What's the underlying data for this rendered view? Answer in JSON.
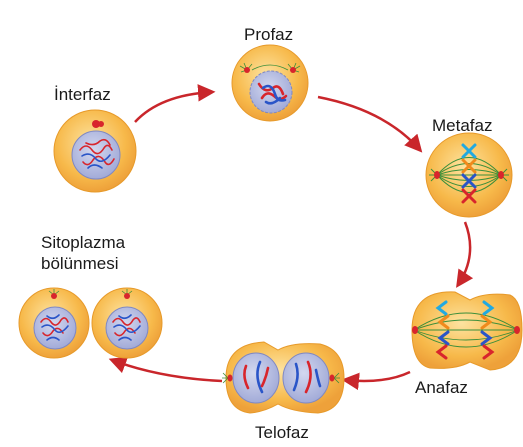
{
  "stages": {
    "interfaz": "İnterfaz",
    "profaz": "Profaz",
    "metafaz": "Metafaz",
    "anafaz": "Anafaz",
    "telofaz": "Telofaz",
    "sitoplazma_line1": "Sitoplazma",
    "sitoplazma_line2": "bölünmesi"
  },
  "colors": {
    "cell_fill": "#f7b94a",
    "cell_edge": "#e79a2a",
    "nucleus_fill": "#aab2da",
    "nucleus_edge": "#7f88c2",
    "chrom_red": "#d8252c",
    "chrom_blue": "#2a55c8",
    "chrom_cyan": "#21a9e1",
    "chrom_orange": "#f08a1c",
    "spindle_green": "#3a8e3a",
    "arrow_red": "#c9262b"
  }
}
